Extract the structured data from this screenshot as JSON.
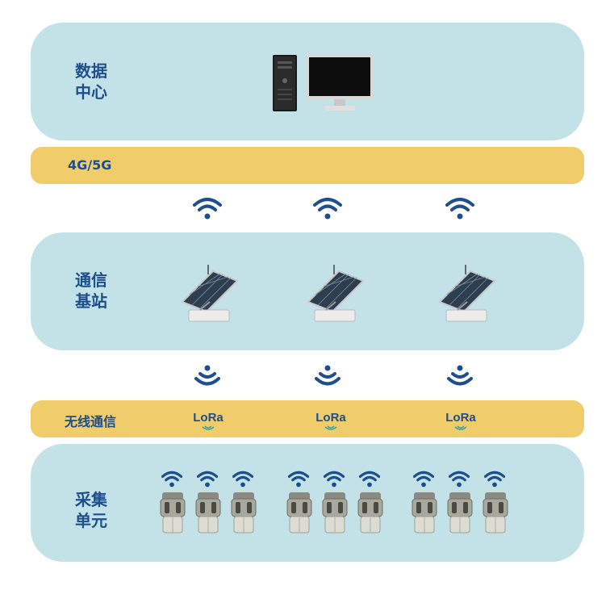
{
  "data_center": {
    "line1": "数据",
    "line2": "中心"
  },
  "network_band": {
    "label": "4G/5G"
  },
  "base_station": {
    "line1": "通信",
    "line2": "基站"
  },
  "wireless_band": {
    "label": "无线通信",
    "protocol": [
      "LoRa",
      "LoRa",
      "LoRa"
    ]
  },
  "collection": {
    "line1": "采集",
    "line2": "单元"
  },
  "colors": {
    "panel": "#c3e2e8",
    "band": "#f0cc6b",
    "text": "#1f4e8c",
    "wifi": "#1f4e8c"
  },
  "icons": [
    "computer-tower-icon",
    "monitor-icon",
    "wifi-icon",
    "solar-panel-icon",
    "signal-down-icon",
    "sensor-device-icon"
  ]
}
